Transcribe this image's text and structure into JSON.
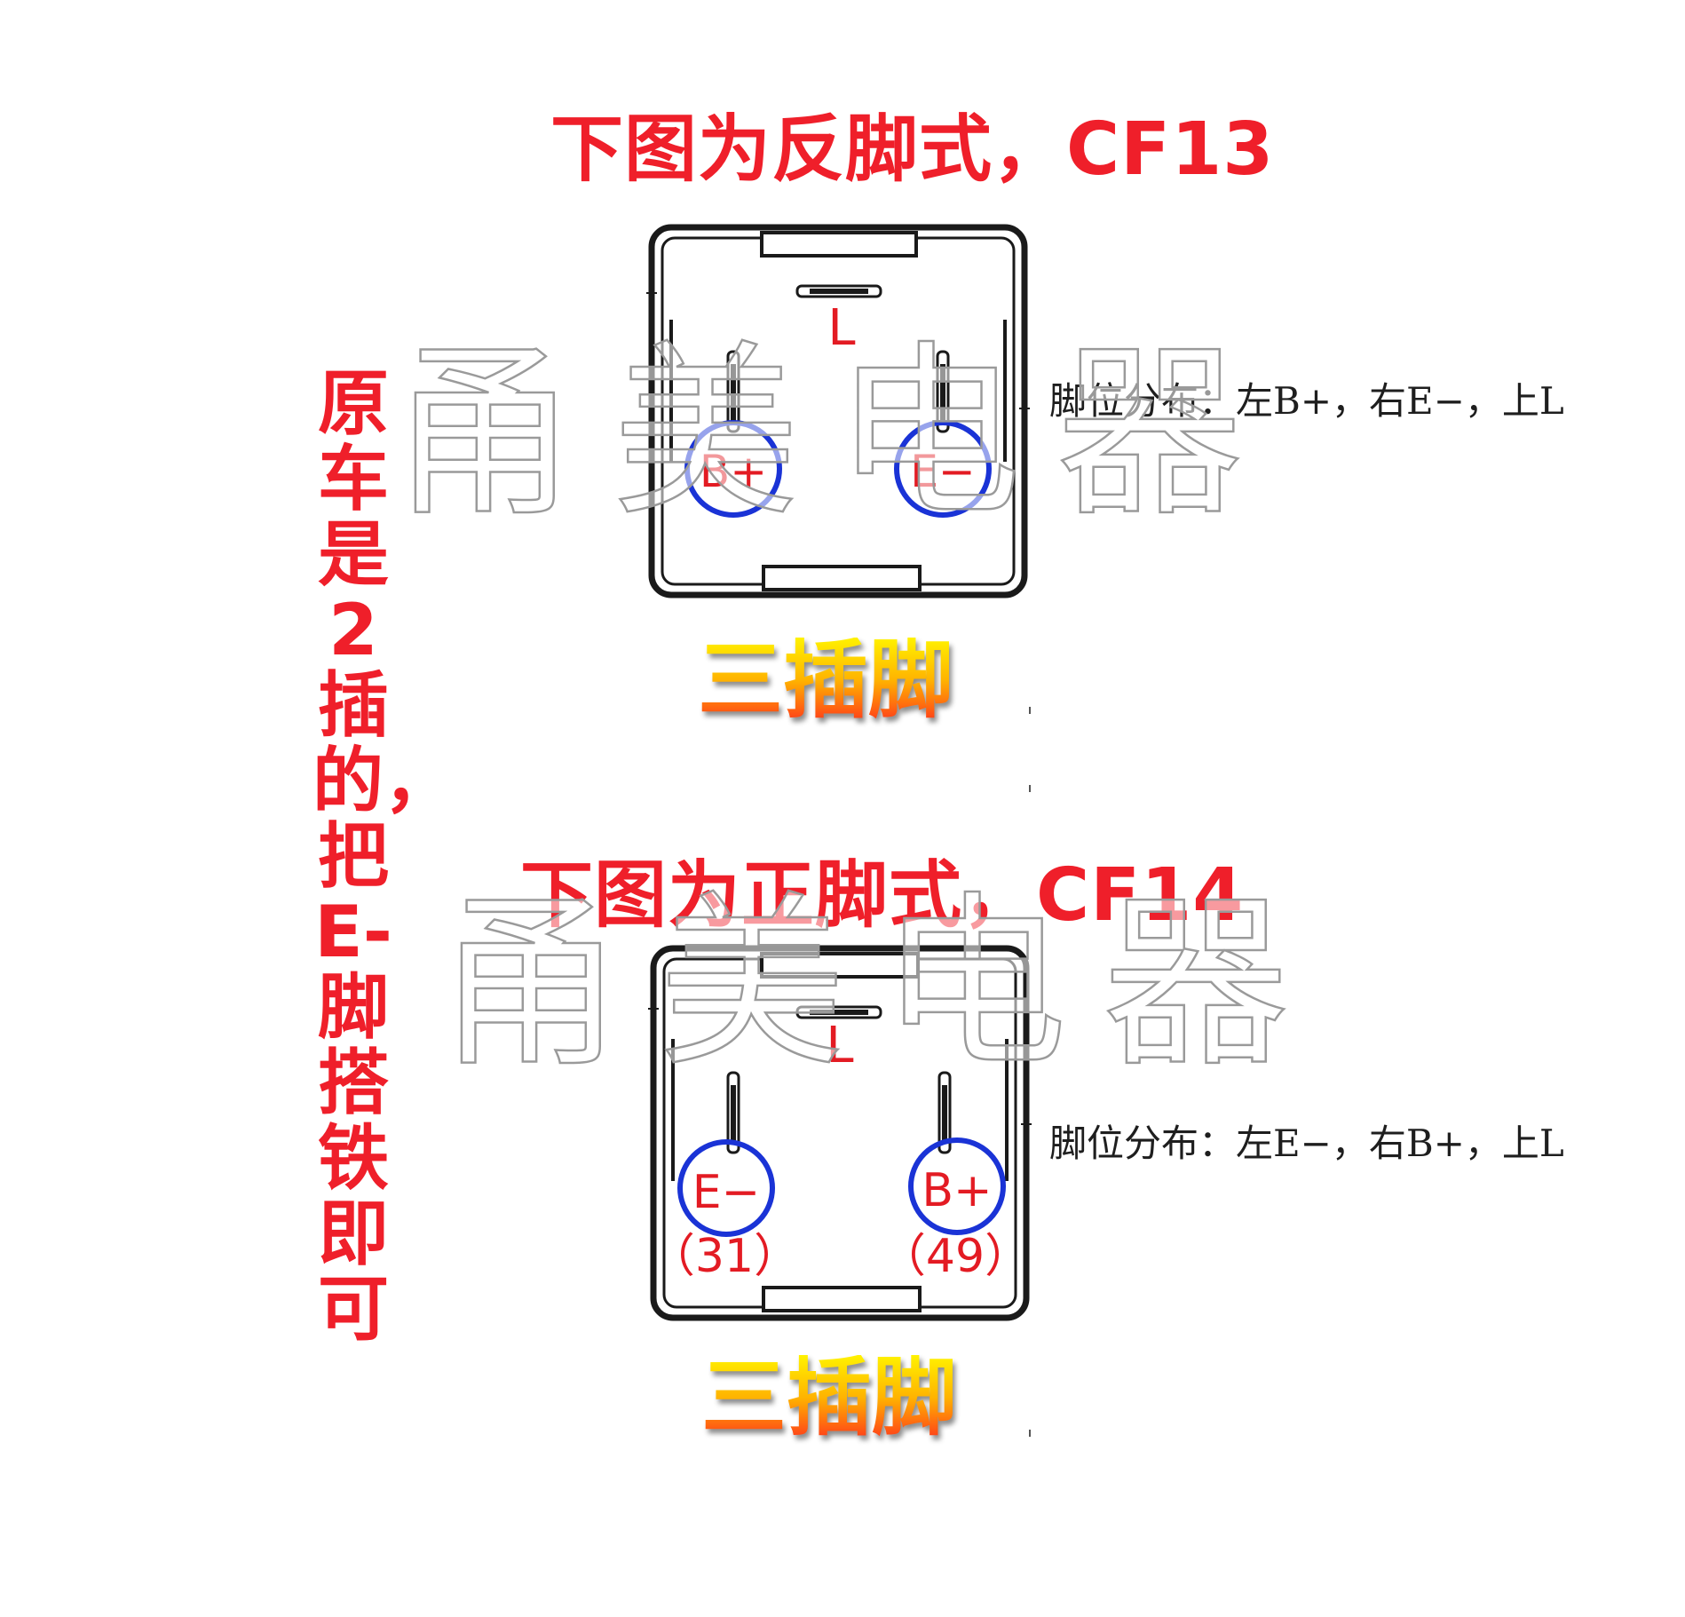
{
  "diagram_top": {
    "title": "下图为反脚式，CF13",
    "pin_top": "L",
    "pin_left": "B+",
    "pin_right": "E−",
    "note": "脚位分布：左B+，右E−，上L",
    "caption": "三插脚"
  },
  "diagram_bottom": {
    "title": "下图为正脚式，CF14",
    "pin_top": "L",
    "pin_left": "E−",
    "pin_left_code": "（31）",
    "pin_right": "B+",
    "pin_right_code": "（49）",
    "note": "脚位分布：左E−，右B+，上L",
    "caption": "三插脚"
  },
  "side_note": "原车是2插的，把E-脚搭铁即可",
  "watermark": "甬美电器",
  "colors": {
    "title_red": "#ef1f2a",
    "pin_circle_blue": "#1a33d6",
    "outline": "#1a1a1a"
  }
}
